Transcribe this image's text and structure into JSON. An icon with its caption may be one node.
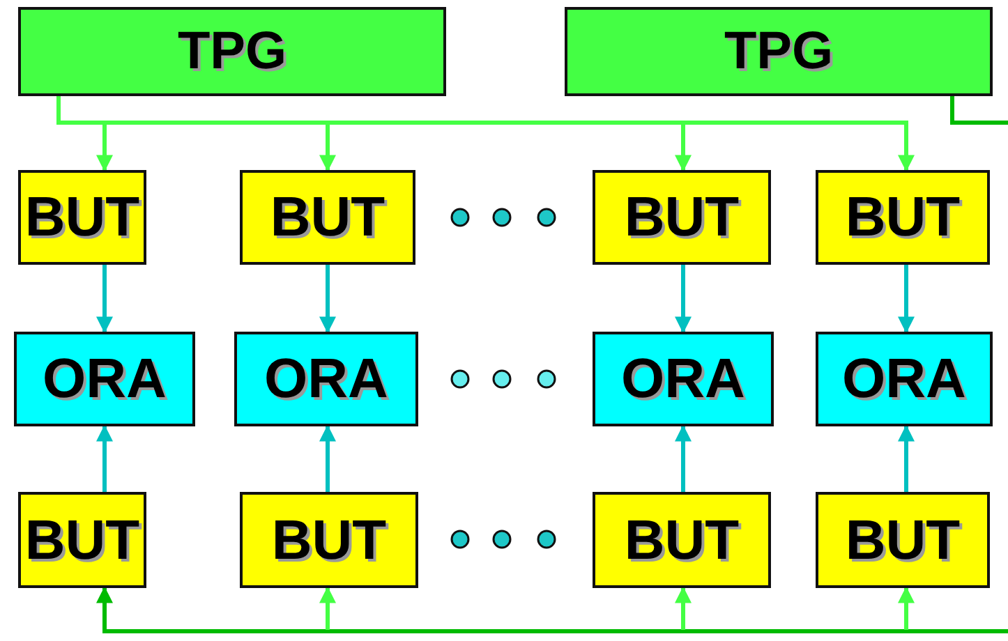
{
  "diagram": {
    "nodes": [
      {
        "text": [
          "TPG"
        ]
      },
      {
        "text": [
          "TPG"
        ]
      },
      {
        "text": [
          "BUT"
        ]
      },
      {
        "text": [
          "BUT"
        ]
      },
      {
        "text": [
          "BUT"
        ]
      },
      {
        "text": [
          "BUT"
        ]
      },
      {
        "text": [
          "ORA"
        ]
      },
      {
        "text": [
          "ORA"
        ]
      },
      {
        "text": [
          "ORA"
        ]
      },
      {
        "text": [
          "ORA"
        ]
      },
      {
        "text": [
          "BUT"
        ]
      },
      {
        "text": [
          "BUT"
        ]
      },
      {
        "text": [
          "BUT"
        ]
      },
      {
        "text": [
          "BUT"
        ]
      }
    ],
    "edges": [
      {
        "from": 0,
        "to": 2,
        "arrow": "to",
        "color": "#44ff44"
      },
      {
        "from": 0,
        "to": 3,
        "arrow": "to",
        "color": "#44ff44"
      },
      {
        "from": 0,
        "to": 4,
        "arrow": "to",
        "color": "#44ff44"
      },
      {
        "from": 0,
        "to": 5,
        "arrow": "to",
        "color": "#44ff44"
      },
      {
        "from": 1,
        "to": null,
        "arrow": "none",
        "color": "#00bb00"
      },
      {
        "from": 2,
        "to": 6,
        "arrow": "to",
        "color": "#00c0c0"
      },
      {
        "from": 3,
        "to": 7,
        "arrow": "to",
        "color": "#00c0c0"
      },
      {
        "from": 4,
        "to": 8,
        "arrow": "to",
        "color": "#00c0c0"
      },
      {
        "from": 5,
        "to": 9,
        "arrow": "to",
        "color": "#00c0c0"
      },
      {
        "from": 10,
        "to": 6,
        "arrow": "to",
        "color": "#00c0c0"
      },
      {
        "from": 11,
        "to": 7,
        "arrow": "to",
        "color": "#00c0c0"
      },
      {
        "from": 12,
        "to": 8,
        "arrow": "to",
        "color": "#00c0c0"
      },
      {
        "from": 13,
        "to": 9,
        "arrow": "to",
        "color": "#00c0c0"
      },
      {
        "from": null,
        "to": 10,
        "arrow": "to",
        "color": "#00bb00"
      },
      {
        "from": null,
        "to": 11,
        "arrow": "to",
        "color": "#44ff44"
      },
      {
        "from": null,
        "to": 12,
        "arrow": "to",
        "color": "#44ff44"
      },
      {
        "from": null,
        "to": 13,
        "arrow": "to",
        "color": "#44ff44"
      }
    ]
  }
}
